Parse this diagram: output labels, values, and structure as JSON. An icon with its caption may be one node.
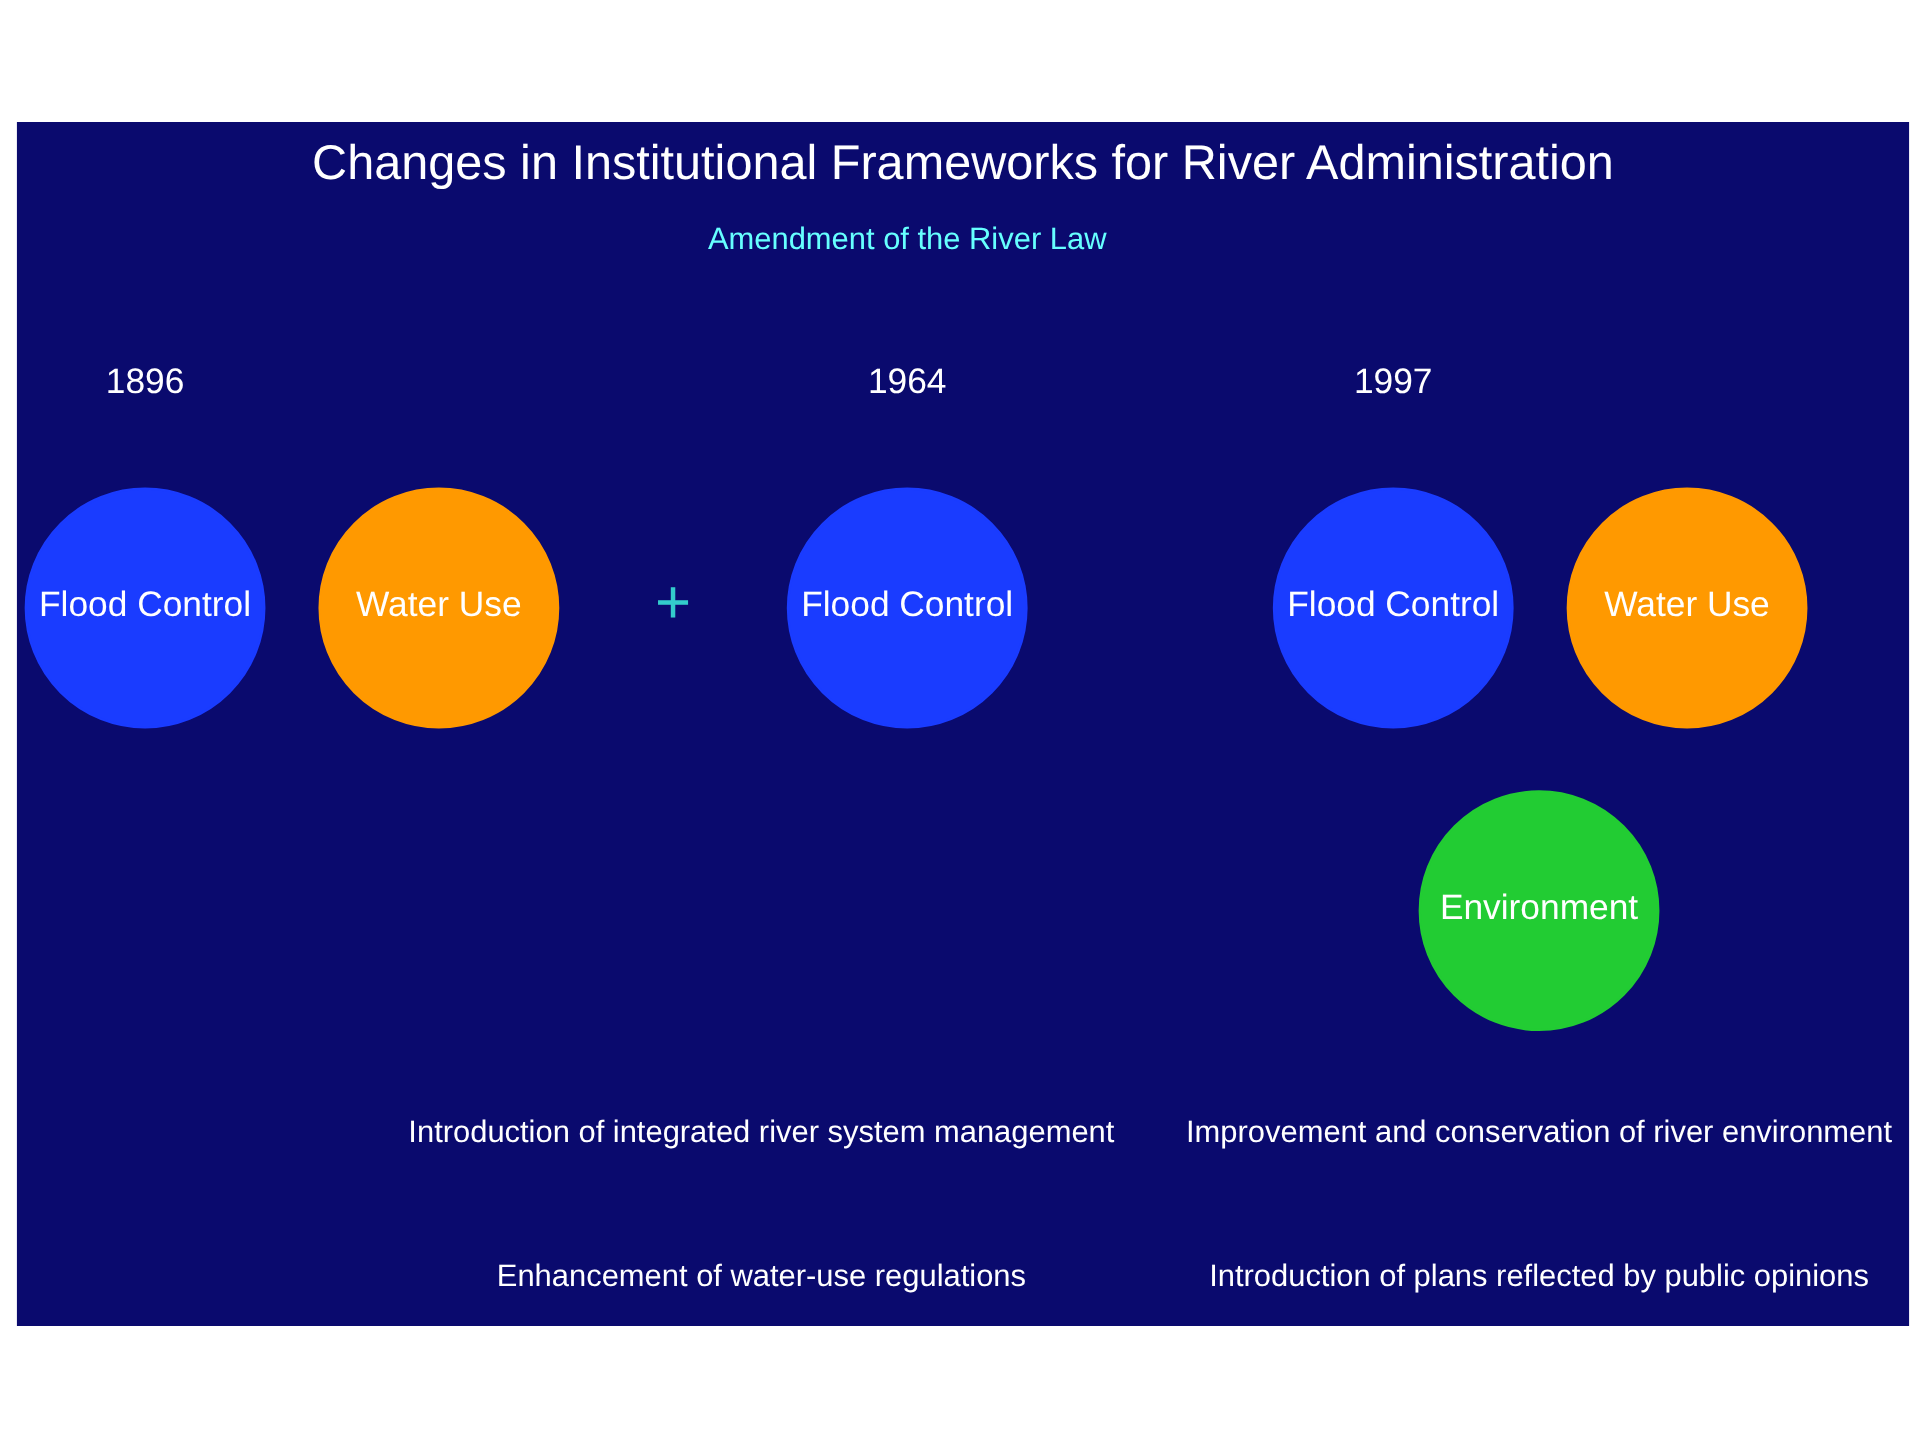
{
  "diagram": {
    "title": "Changes in Institutional Frameworks for River Administration",
    "nodes": [
      {
        "text": [
          "Flood Control"
        ]
      },
      {
        "text": [
          "Flood Control"
        ]
      },
      {
        "text": [
          "Water Use"
        ]
      },
      {
        "text": [
          "Flood Control"
        ]
      },
      {
        "text": [
          "Water Use"
        ]
      },
      {
        "text": [
          "Environment"
        ]
      }
    ],
    "edges": [],
    "labels": [
      "Amendment of the River Law",
      "1896",
      "1964",
      "1997",
      "+",
      "Introduction of integrated river system management",
      "Improvement and conservation of river environment",
      "Enhancement of water-use regulations",
      "Introduction of plans reflected by public opinions"
    ]
  }
}
